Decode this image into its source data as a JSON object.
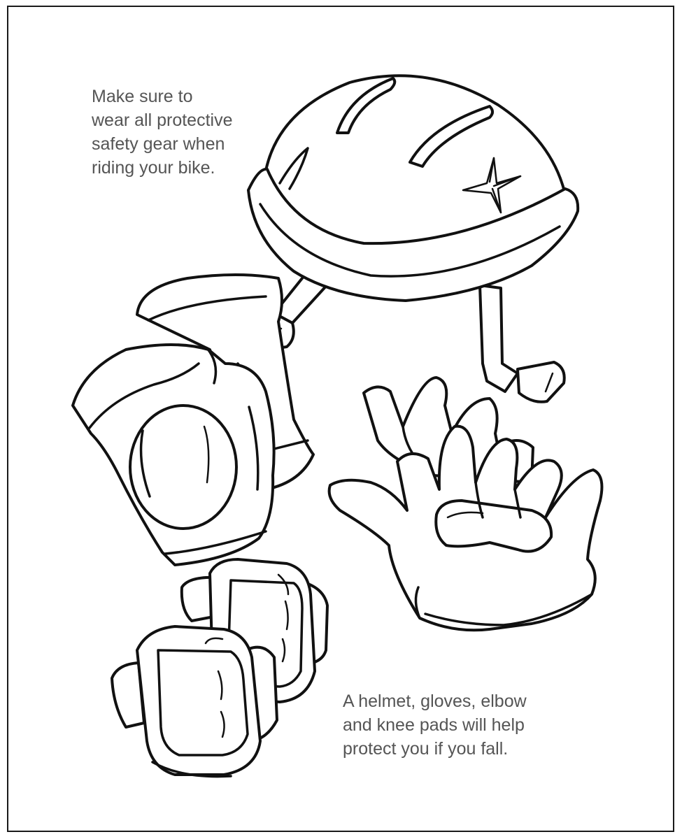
{
  "captions": {
    "top": {
      "lines": [
        "Make sure to",
        "wear all protective",
        "safety gear when",
        "riding your bike."
      ]
    },
    "bottom": {
      "lines": [
        "A helmet, gloves, elbow",
        "and knee pads will help",
        "protect you if you fall."
      ]
    }
  },
  "illustration": {
    "items": [
      "bike-helmet",
      "elbow-pads",
      "gloves",
      "knee-pads"
    ],
    "style": "black line art coloring page"
  },
  "colors": {
    "background": "#ffffff",
    "ink": "#111111",
    "caption_text": "#555555"
  }
}
